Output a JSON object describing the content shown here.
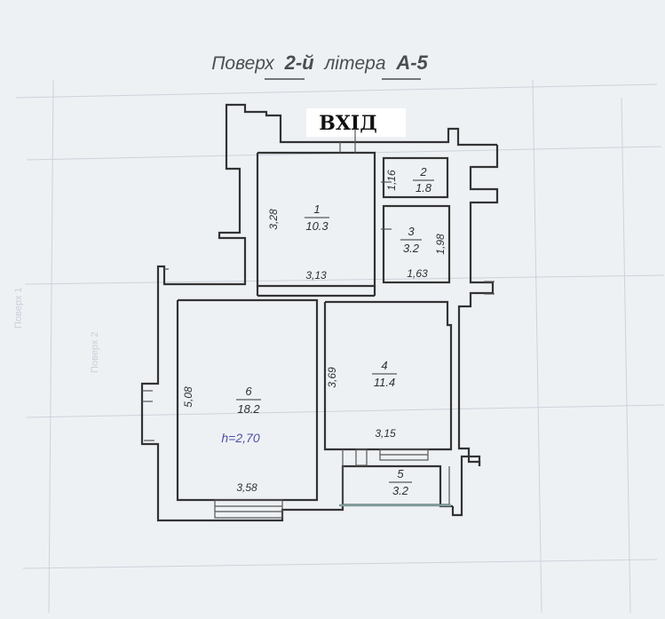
{
  "plan": {
    "title": {
      "prefix": "Поверх",
      "floor": "2-й",
      "middle": "літера",
      "letter": "А-5"
    },
    "entry_label": "ВХІД",
    "height_label": "h=2,70",
    "rooms": [
      {
        "number": "1",
        "area": "10.3"
      },
      {
        "number": "2",
        "area": "1.8"
      },
      {
        "number": "3",
        "area": "3.2"
      },
      {
        "number": "4",
        "area": "11.4"
      },
      {
        "number": "5",
        "area": "3.2"
      },
      {
        "number": "6",
        "area": "18.2"
      }
    ],
    "dimensions": {
      "room1_height": "3,28",
      "room1_width": "3,13",
      "room2_height": "1,16",
      "room3_height": "1,98",
      "room3_width": "1,63",
      "room4_height": "3,69",
      "room4_width": "3,15",
      "room6_height": "5,08",
      "room6_width": "3,58"
    },
    "background_text": [
      "Поверх 1",
      "Поверх 2"
    ]
  }
}
